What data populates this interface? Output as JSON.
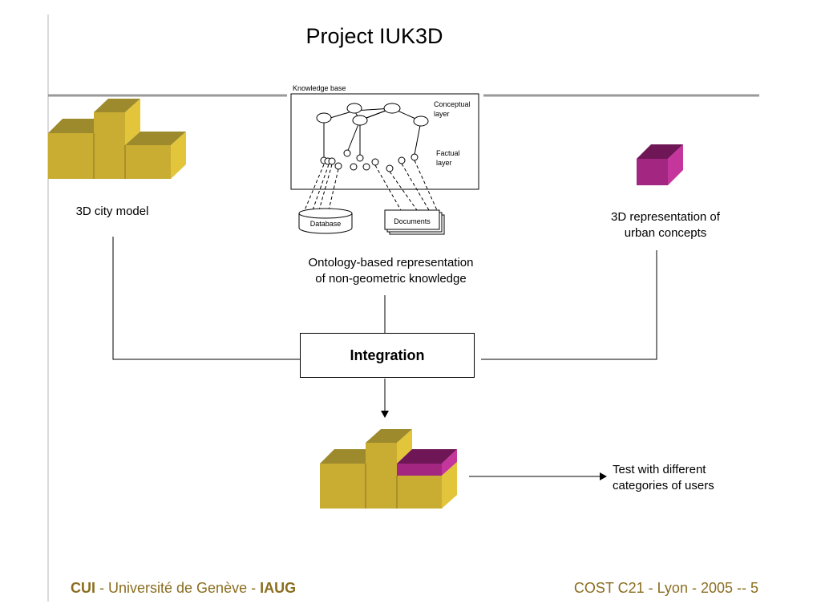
{
  "slide": {
    "title": "Project IUK3D",
    "integration_label": "Integration"
  },
  "left": {
    "caption": "3D city model"
  },
  "center": {
    "kb_label": "Knowledge base",
    "conceptual_layer": [
      "Conceptual",
      "layer"
    ],
    "factual_layer": [
      "Factual",
      "layer"
    ],
    "database_label": "Database",
    "documents_label": "Documents",
    "caption_line1": "Ontology-based representation",
    "caption_line2": "of non-geometric knowledge"
  },
  "right": {
    "caption_line1": "3D representation of",
    "caption_line2": "urban concepts"
  },
  "output": {
    "caption_line1": "Test with different",
    "caption_line2": "categories of users"
  },
  "footer": {
    "org1": "CUI",
    "sep1": " - ",
    "university": "Université de Genève",
    "sep2": " - ",
    "org2": "IAUG",
    "right": "COST C21 - Lyon - 2005 -- 5"
  },
  "colors": {
    "building_front": "#c9ac32",
    "building_top": "#9c8a2c",
    "building_side": "#e3c53c",
    "concept_front": "#a32680",
    "concept_top": "#6e1656",
    "concept_side": "#c4369c",
    "rule": "#999999",
    "footer_text": "#8a6d1f"
  }
}
